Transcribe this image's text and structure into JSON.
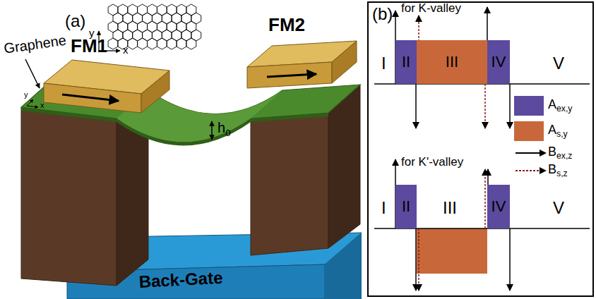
{
  "diagram": {
    "nodes": [
      {
        "text": [
          "II"
        ]
      },
      {
        "text": [
          "III"
        ]
      },
      {
        "text": [
          "IV"
        ]
      },
      {
        "text": [
          "II"
        ]
      },
      {
        "text": [
          "IV"
        ]
      }
    ],
    "labels": [
      "(a)",
      "y",
      "x",
      "Graphene",
      "FM1",
      "FM2",
      "y",
      "x",
      "h0",
      "Back-Gate",
      "(b)",
      "for K-valley",
      "I",
      "V",
      "for K'-valley",
      "I",
      "III",
      "V"
    ],
    "legend": [
      {
        "text": "Aex,y",
        "color": "#5b4a9e"
      },
      {
        "text": "As,y",
        "color": "#c8683a"
      },
      {
        "text": "Bex,z"
      },
      {
        "text": "Bs,z"
      }
    ]
  }
}
